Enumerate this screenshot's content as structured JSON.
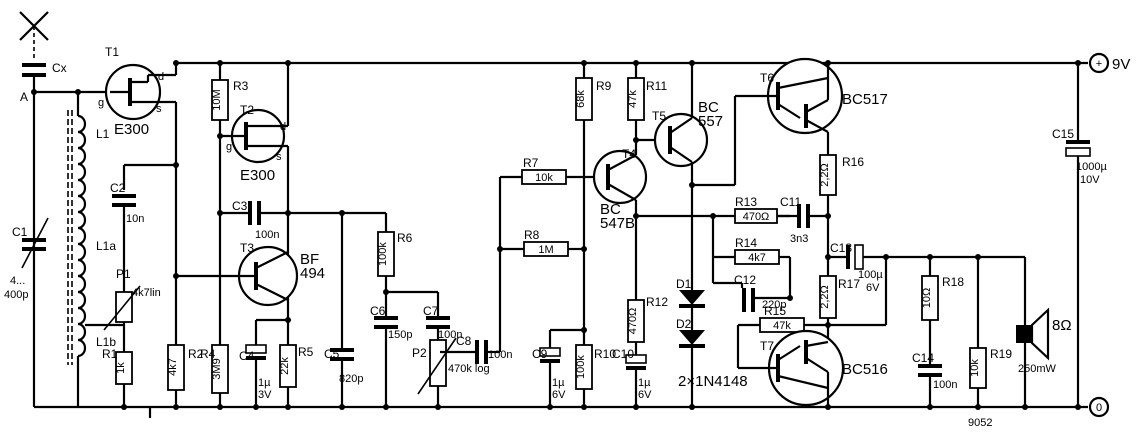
{
  "supply": {
    "positive": "+",
    "voltage": "9V",
    "ground": "0"
  },
  "antenna": {
    "cap": "Cx",
    "node": "A"
  },
  "figure_number": "9052",
  "transistors": {
    "T1": {
      "name": "T1",
      "type": "E300",
      "g": "g",
      "d": "d",
      "s": "s"
    },
    "T2": {
      "name": "T2",
      "type": "E300",
      "g": "g",
      "d": "d",
      "s": "s"
    },
    "T3": {
      "name": "T3",
      "type_line1": "BF",
      "type_line2": "494"
    },
    "T4": {
      "name": "T4",
      "type_line1": "BC",
      "type_line2": "547B"
    },
    "T5": {
      "name": "T5",
      "type_line1": "BC",
      "type_line2": "557"
    },
    "T6": {
      "name": "T6",
      "type": "BC517"
    },
    "T7": {
      "name": "T7",
      "type": "BC516"
    }
  },
  "coils": {
    "L1": "L1",
    "L1a": "L1a",
    "L1b": "L1b"
  },
  "resistors": {
    "R1": {
      "name": "R1",
      "value": "1k"
    },
    "R2": {
      "name": "R2",
      "value": "4k7"
    },
    "R3": {
      "name": "R3",
      "value": "10M"
    },
    "R4": {
      "name": "R4",
      "value": "3M9"
    },
    "R5": {
      "name": "R5",
      "value": "22k"
    },
    "R6": {
      "name": "R6",
      "value": "100k"
    },
    "R7": {
      "name": "R7",
      "value": "10k"
    },
    "R8": {
      "name": "R8",
      "value": "1M"
    },
    "R9": {
      "name": "R9",
      "value": "68k"
    },
    "R10": {
      "name": "R10",
      "value": "100k"
    },
    "R11": {
      "name": "R11",
      "value": "47k"
    },
    "R12": {
      "name": "R12",
      "value": "470Ω"
    },
    "R13": {
      "name": "R13",
      "value": "470Ω"
    },
    "R14": {
      "name": "R14",
      "value": "4k7"
    },
    "R15": {
      "name": "R15",
      "value": "47k"
    },
    "R16": {
      "name": "R16",
      "value": "2,2Ω"
    },
    "R17": {
      "name": "R17",
      "value": "2,2Ω"
    },
    "R18": {
      "name": "R18",
      "value": "10Ω"
    },
    "R19": {
      "name": "R19",
      "value": "10k"
    }
  },
  "pots": {
    "P1": {
      "name": "P1",
      "value": "4k7lin"
    },
    "P2": {
      "name": "P2",
      "value": "470k log"
    }
  },
  "capacitors": {
    "C1": {
      "name": "C1",
      "value_line1": "4...",
      "value_line2": "400p"
    },
    "C2": {
      "name": "C2",
      "value": "10n"
    },
    "C3": {
      "name": "C3",
      "value": "100n"
    },
    "C4": {
      "name": "C4",
      "value_line1": "1µ",
      "value_line2": "3V"
    },
    "C5": {
      "name": "C5",
      "value": "820p"
    },
    "C6": {
      "name": "C6",
      "value": "150p"
    },
    "C7": {
      "name": "C7",
      "value": "100n"
    },
    "C8": {
      "name": "C8",
      "value": "100n"
    },
    "C9": {
      "name": "C9",
      "value_line1": "1µ",
      "value_line2": "6V"
    },
    "C10": {
      "name": "C10",
      "value_line1": "1µ",
      "value_line2": "6V"
    },
    "C11": {
      "name": "C11",
      "value": "3n3"
    },
    "C12": {
      "name": "C12",
      "value": "220p"
    },
    "C13": {
      "name": "C13",
      "value_line1": "100µ",
      "value_line2": "6V"
    },
    "C14": {
      "name": "C14",
      "value": "100n"
    },
    "C15": {
      "name": "C15",
      "value_line1": "1000µ",
      "value_line2": "10V"
    }
  },
  "diodes": {
    "D1": "D1",
    "D2": "D2",
    "part": "2×1N4148"
  },
  "speaker": {
    "impedance": "8Ω",
    "power": "250mW"
  }
}
